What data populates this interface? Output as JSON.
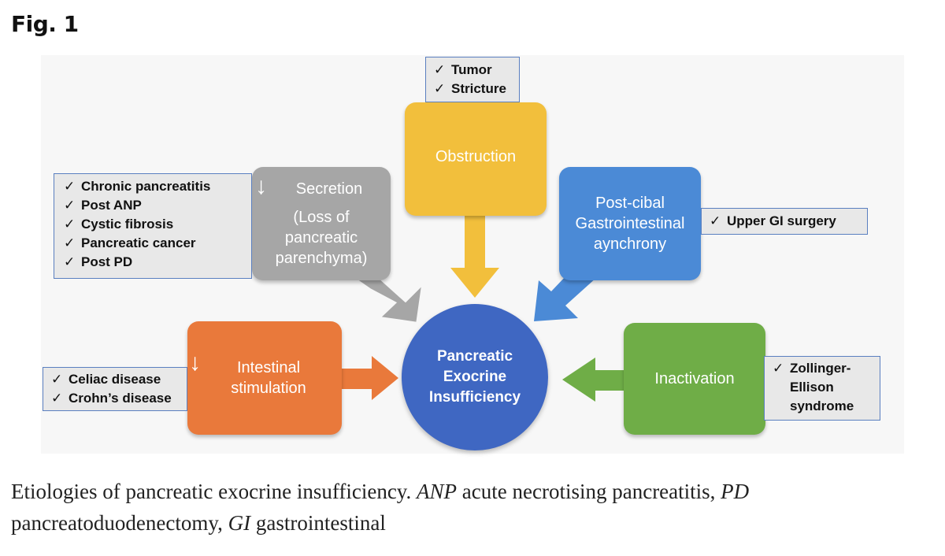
{
  "figure_label": "Fig. 1",
  "center": [
    "Pancreatic",
    "Exocrine",
    "Insufficiency"
  ],
  "nodes": {
    "secretion": {
      "lines": [
        "Secretion",
        "(Loss of",
        "pancreatic",
        "parenchyma)"
      ],
      "arrow": "↓",
      "color": "#a6a6a6"
    },
    "obstruction": {
      "lines": [
        "Obstruction"
      ],
      "color": "#f2bf3c"
    },
    "postcibal": {
      "lines": [
        "Post-cibal",
        "Gastrointestinal",
        "aynchrony"
      ],
      "color": "#4b8ad6"
    },
    "intestinal": {
      "lines": [
        "Intestinal",
        "stimulation"
      ],
      "arrow": "↓",
      "color": "#e9793b"
    },
    "inactivation": {
      "lines": [
        "Inactivation"
      ],
      "color": "#6fad47"
    }
  },
  "checklists": {
    "secretion": [
      "Chronic pancreatitis",
      "Post ANP",
      "Cystic fibrosis",
      "Pancreatic cancer",
      "Post PD"
    ],
    "obstruction": [
      "Tumor",
      "Stricture"
    ],
    "postcibal": [
      "Upper GI surgery"
    ],
    "intestinal": [
      "Celiac disease",
      "Crohn’s disease"
    ],
    "inactivation": [
      "Zollinger-",
      "Ellison",
      "syndrome"
    ]
  },
  "check_symbol": "✓",
  "caption": {
    "t1": "Etiologies of pancreatic exocrine insufficiency. ",
    "abbr1": "ANP",
    "t2": " acute necrotising pancreatitis, ",
    "abbr2": "PD",
    "t3": " pancreatoduodenectomy, ",
    "abbr3": "GI",
    "t4": " gastrointestinal"
  }
}
